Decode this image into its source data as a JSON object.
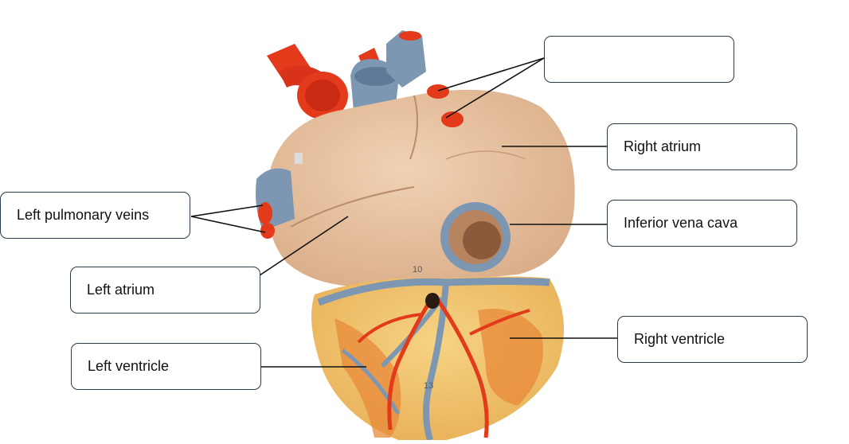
{
  "diagram": {
    "labels": {
      "left_pulmonary_veins": "Left pulmonary veins",
      "left_atrium": "Left atrium",
      "left_ventricle": "Left ventricle",
      "right_atrium": "Right atrium",
      "inferior_vena_cava": "Inferior vena cava",
      "right_ventricle": "Right ventricle",
      "blank_answer": ""
    },
    "model_marks": [
      "10",
      "13"
    ]
  },
  "colors": {
    "tissue": "#e8c2a0",
    "artery_red": "#e23a1a",
    "vein_blue": "#7d97b3",
    "ventricle_yellow": "#f2c46a",
    "muscle_orange": "#e8893a",
    "box_border": "#2b3a48"
  }
}
